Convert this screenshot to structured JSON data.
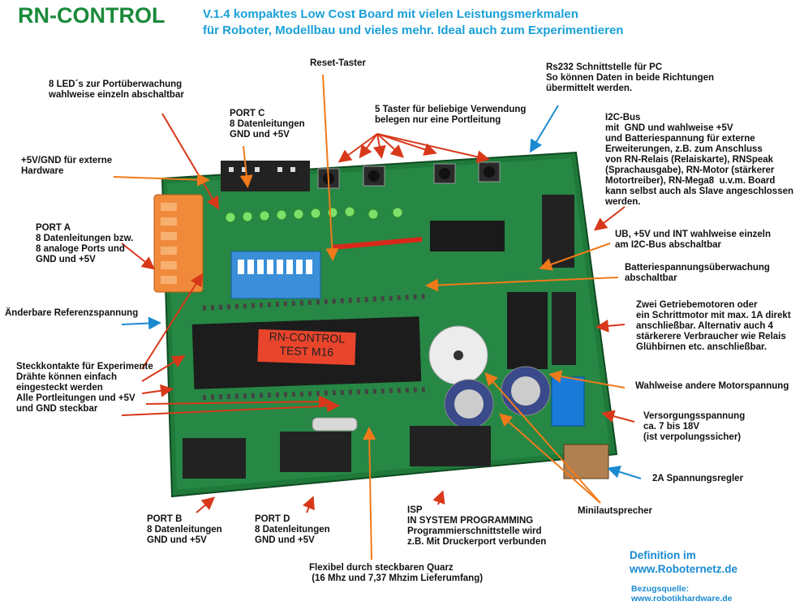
{
  "title": "RN-CONTROL",
  "subtitle": [
    "V.1.4 kompaktes Low Cost Board mit vielen Leistungsmerkmalen",
    "für Roboter, Modellbau und vieles mehr. Ideal auch zum Experimentieren"
  ],
  "chip_label": [
    "RN-CONTROL",
    "TEST M16"
  ],
  "labels": {
    "reset": [
      "Reset-Taster"
    ],
    "leds": [
      "8 LED´s zur Portüberwachung",
      "wahlweise einzeln abschaltbar"
    ],
    "portc": [
      "PORT C",
      "8 Datenleitungen",
      "GND und +5V"
    ],
    "taster": [
      "5 Taster für beliebige Verwendung",
      "belegen nur eine Portleitung"
    ],
    "rs232": [
      "Rs232 Schnittstelle für PC",
      "So können Daten in beide Richtungen",
      "übermittelt werden."
    ],
    "i2c": [
      "I2C-Bus",
      "mit  GND und wahlweise +5V",
      "und Batteriespannung für externe",
      "Erweiterungen, z.B. zum Anschluss",
      "von RN-Relais (Relaiskarte), RNSpeak",
      "(Sprachausgabe), RN-Motor (stärkerer",
      "Motortreiber), RN-Mega8  u.v.m. Board",
      "kann selbst auch als Slave angeschlossen",
      "werden."
    ],
    "ext5v": [
      "+5V/GND für externe",
      "Hardware"
    ],
    "porta": [
      "PORT A",
      "8 Datenleitungen bzw.",
      "8 analoge Ports und",
      "GND und +5V"
    ],
    "ub": [
      "UB, +5V und INT wahlweise einzeln",
      "am I2C-Bus abschaltbar"
    ],
    "batt": [
      "Batteriespannungsüberwachung",
      "abschaltbar"
    ],
    "ref": [
      "Änderbare Referenzspannung"
    ],
    "motors": [
      "Zwei Getriebemotoren oder",
      "ein Schrittmotor mit max. 1A direkt",
      "anschließbar. Alternativ auch 4",
      "stärkerere Verbraucher wie Relais",
      "Glühbirnen etc. anschließbar."
    ],
    "steck": [
      "Steckkontakte für Experimente",
      "Drähte können einfach",
      "eingesteckt werden",
      "Alle Portleitungen und +5V",
      "und GND steckbar"
    ],
    "motorsp": [
      "Wahlweise andere Motorspannung"
    ],
    "versorg": [
      "Versorgungsspannung",
      "ca. 7 bis 18V",
      "(ist verpolungssicher)"
    ],
    "regler": [
      "2A Spannungsregler"
    ],
    "portb": [
      "PORT B",
      "8 Datenleitungen",
      "GND und +5V"
    ],
    "portd": [
      "PORT D",
      "8 Datenleitungen",
      "GND und +5V"
    ],
    "isp": [
      "ISP",
      "IN SYSTEM PROGRAMMING",
      "Programmierschnittstelle wird",
      "z.B. Mit Druckerport verbunden"
    ],
    "mini": [
      "Minilautsprecher"
    ],
    "quarz": [
      "Flexibel durch steckbaren Quarz",
      " (16 Mhz und 7,37 Mhzim Lieferumfang)"
    ],
    "def": [
      "Definition im",
      "www.Roboternetz.de"
    ],
    "bezug": [
      "Bezugsquelle:",
      "www.robotikhardware.de"
    ]
  },
  "colors": {
    "title": "#1a8a3a",
    "subtitle": "#1aa0d8",
    "arrow_orange": "#f07a1a",
    "arrow_red": "#d8381a",
    "arrow_blue": "#1a8ad0",
    "pcb": "#1f7a3a"
  }
}
